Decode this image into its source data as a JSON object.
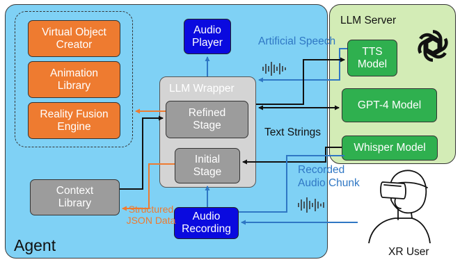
{
  "agent": {
    "label": "Agent",
    "virtual_object_creator": "Virtual Object Creator",
    "animation_library": "Animation Library",
    "reality_fusion_engine": "Reality Fusion Engine",
    "audio_player": "Audio Player",
    "context_library": "Context Library",
    "audio_recording": "Audio Recording",
    "structured_json": "Structured JSON Data"
  },
  "wrapper": {
    "label": "LLM Wrapper",
    "refined_stage": "Refined Stage",
    "initial_stage": "Initial Stage"
  },
  "server": {
    "label": "LLM Server",
    "tts_model": "TTS Model",
    "gpt4_model": "GPT-4 Model",
    "whisper_model": "Whisper Model",
    "logo_icon": "openai-logo"
  },
  "flows": {
    "artificial_speech": "Artificial Speech",
    "text_strings": "Text Strings",
    "recorded_audio_chunk": "Recorded Audio Chunk"
  },
  "user": {
    "label": "XR User",
    "icon": "vr-headset-user"
  },
  "colors": {
    "agent_bg": "#7fd1f5",
    "orange": "#ee7b30",
    "navy": "#0a0adf",
    "gray": "#9c9c9c",
    "wrapper_bg": "#d4d4d4",
    "server_bg": "#d3ecb6",
    "green": "#2fb04f",
    "blue_text": "#2f77c4"
  }
}
